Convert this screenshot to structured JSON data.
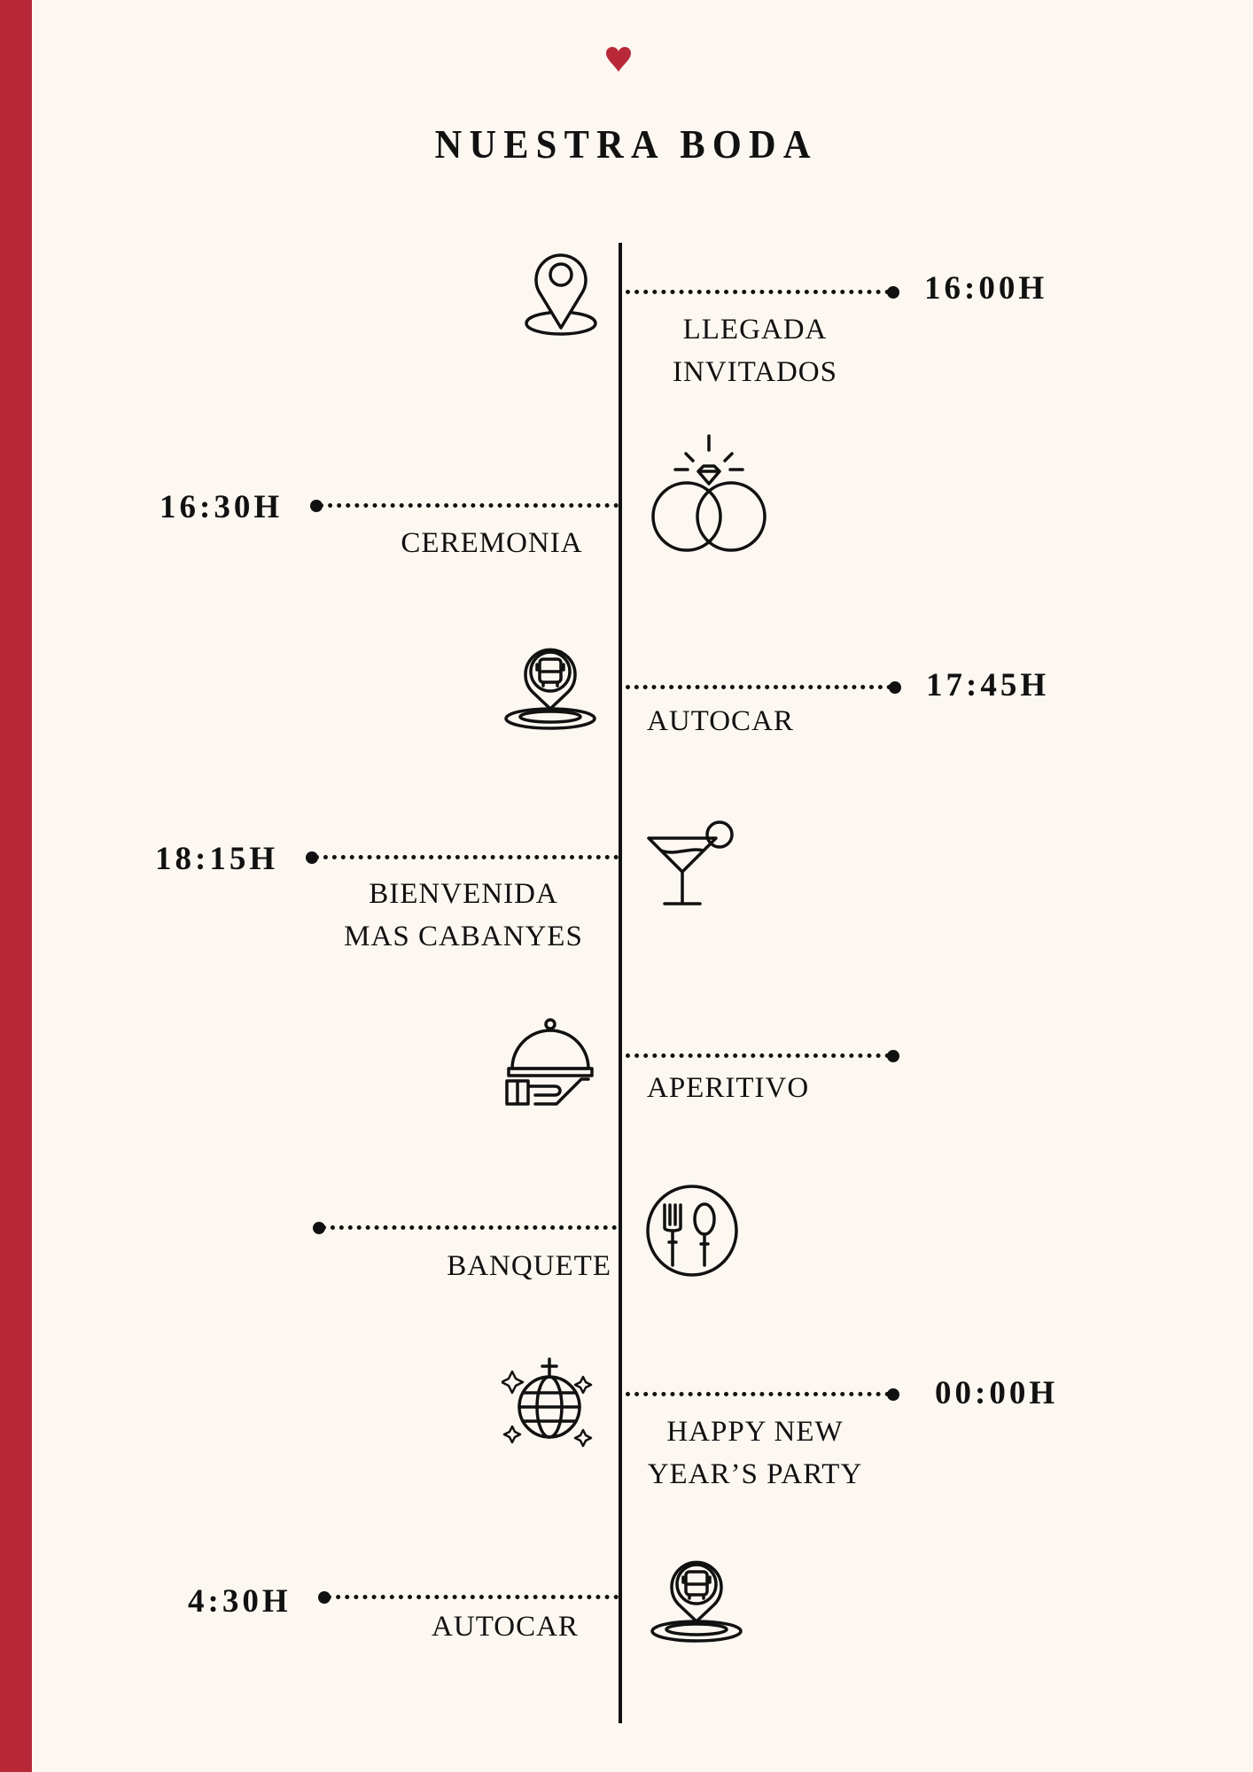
{
  "header": {
    "title": "NUESTRA BODA",
    "heart_icon": "heart-icon"
  },
  "colors": {
    "accent": "#b82838",
    "background": "#fcf8f1",
    "ink": "#111111"
  },
  "timeline": [
    {
      "time": "16:00H",
      "label_lines": [
        "LLEGADA",
        "INVITADOS"
      ],
      "icon": "map-pin-icon"
    },
    {
      "time": "16:30H",
      "label_lines": [
        "CEREMONIA"
      ],
      "icon": "wedding-rings-icon"
    },
    {
      "time": "17:45H",
      "label_lines": [
        "AUTOCAR"
      ],
      "icon": "bus-location-icon"
    },
    {
      "time": "18:15H",
      "label_lines": [
        "BIENVENIDA",
        "MAS CABANYES"
      ],
      "icon": "cocktail-icon"
    },
    {
      "label_lines": [
        "APERITIVO"
      ],
      "icon": "cloche-icon"
    },
    {
      "label_lines": [
        "BANQUETE"
      ],
      "icon": "plate-cutlery-icon"
    },
    {
      "time": "00:00H",
      "label_lines": [
        "HAPPY NEW",
        "YEAR’S PARTY"
      ],
      "icon": "disco-ball-icon"
    },
    {
      "time": "4:30H",
      "label_lines": [
        "AUTOCAR"
      ],
      "icon": "bus-location-icon"
    }
  ]
}
